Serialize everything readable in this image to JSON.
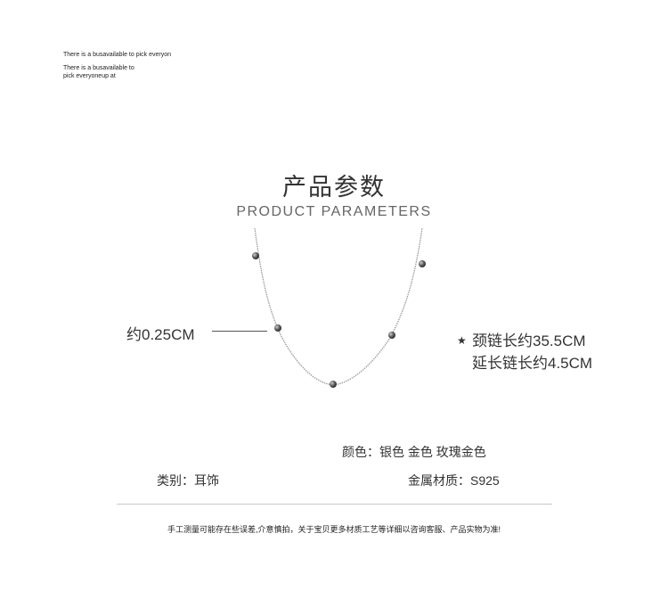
{
  "notes": {
    "line1": "There is a busavailable to pick everyon",
    "line2a": "There is a busavailable to",
    "line2b": "pick everyoneup at"
  },
  "heading": {
    "title_cn": "产品参数",
    "title_en": "PRODUCT PARAMETERS"
  },
  "dimensions": {
    "bead_size": "约0.25CM",
    "neck_chain": "颈链长约35.5CM",
    "extension_chain": "延长链长约4.5CM",
    "star_icon": "★"
  },
  "details": {
    "color_label": "颜色：",
    "color_value": "银色 金色 玫瑰金色",
    "category_label": "类别：",
    "category_value": "耳饰",
    "material_label": "金属材质：",
    "material_value": "S925"
  },
  "footer": {
    "disclaimer": "手工测量可能存在些误差,介意慎拍，关于宝贝更多材质工艺等详细以咨询客服、产品实物为准!"
  },
  "colors": {
    "chain": "#9a9a9a",
    "bead": "#555555"
  }
}
